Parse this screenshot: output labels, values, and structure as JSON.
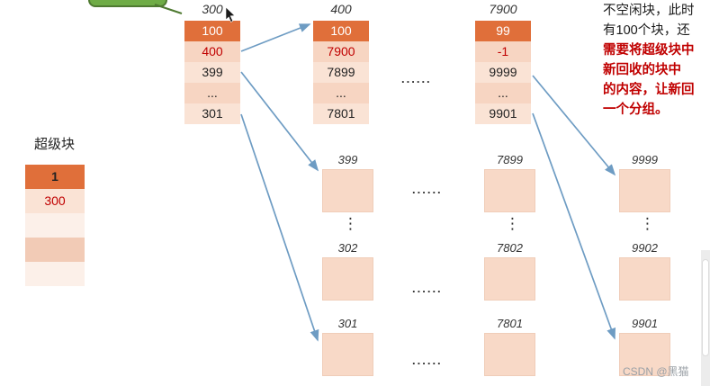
{
  "superblock": {
    "label": "超级块",
    "rows": [
      "1",
      "300",
      "",
      "",
      ""
    ]
  },
  "stacks": [
    {
      "header": "300",
      "cells": [
        "100",
        "400",
        "399",
        "...",
        "301"
      ]
    },
    {
      "header": "400",
      "cells": [
        "100",
        "7900",
        "7899",
        "...",
        "7801"
      ]
    },
    {
      "header": "7900",
      "cells": [
        "99",
        "-1",
        "9999",
        "...",
        "9901"
      ]
    }
  ],
  "groups": [
    {
      "items": [
        {
          "label": "399"
        },
        {
          "label": "302"
        },
        {
          "label": "301"
        }
      ]
    },
    {
      "items": [
        {
          "label": "7899"
        },
        {
          "label": "7802"
        },
        {
          "label": "7801"
        }
      ]
    },
    {
      "items": [
        {
          "label": "9999"
        },
        {
          "label": "9902"
        },
        {
          "label": "9901"
        }
      ]
    }
  ],
  "ellipsis": {
    "horizontal": "......",
    "vertical": "⋮"
  },
  "note": {
    "lines": [
      {
        "text": "不空闲块，此时",
        "color": "#1a1a1a"
      },
      {
        "text": "有100个块，还",
        "color": "#1a1a1a"
      },
      {
        "text": "需要将超级块中",
        "color": "#C00000"
      },
      {
        "text": "新回收的块中",
        "color": "#C00000"
      },
      {
        "text": "的内容，让新回",
        "color": "#C00000"
      },
      {
        "text": "一个分组。",
        "color": "#C00000"
      }
    ]
  },
  "watermark": "CSDN @黑猫",
  "colors": {
    "orange_cell": "#E06F3A",
    "pink_cell_dark": "#F7D5C2",
    "pink_cell_light": "#FAE3D5",
    "block_fill": "#F8D9C7",
    "red_text": "#C00000",
    "arrow": "#6E9CC3",
    "callout_green": "#6FAC46"
  }
}
